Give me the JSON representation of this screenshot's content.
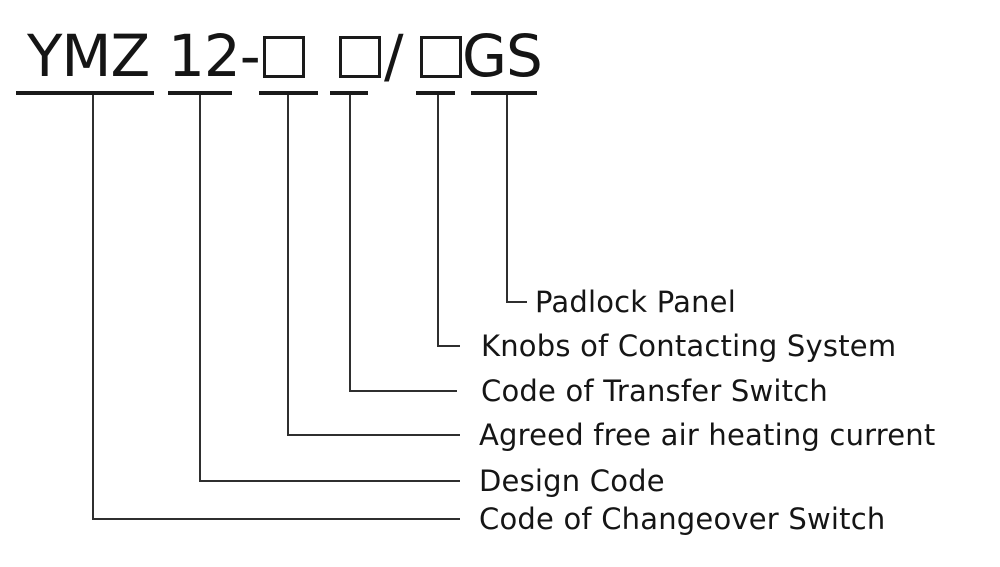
{
  "model_code": {
    "full": "YMZ 12-□ □/□GS",
    "segments": [
      {
        "id": "series-code",
        "text": "YMZ",
        "type": "text"
      },
      {
        "id": "design-code",
        "text": "12-",
        "type": "text"
      },
      {
        "id": "placeholder-1",
        "text": "□",
        "type": "box"
      },
      {
        "id": "placeholder-2",
        "text": "□",
        "type": "box"
      },
      {
        "id": "separator",
        "text": "/",
        "type": "text"
      },
      {
        "id": "placeholder-3",
        "text": "□",
        "type": "box"
      },
      {
        "id": "suffix-code",
        "text": "GS",
        "type": "text"
      }
    ]
  },
  "legend": {
    "entries": [
      {
        "code_part": "GS",
        "label": "Padlock Panel"
      },
      {
        "code_part": "□ (3rd)",
        "label": "Knobs of Contacting System"
      },
      {
        "code_part": "□ (2nd)",
        "label": "Code of Transfer Switch"
      },
      {
        "code_part": "□ (1st)",
        "label": "Agreed free air heating current"
      },
      {
        "code_part": "12-",
        "label": "Design Code"
      },
      {
        "code_part": "YMZ",
        "label": "Code of Changeover Switch"
      }
    ]
  },
  "colors": {
    "background": "#ffffff",
    "text": "#151515",
    "underline": "#1a1a1a",
    "connector_line": "#2f2f2f"
  }
}
